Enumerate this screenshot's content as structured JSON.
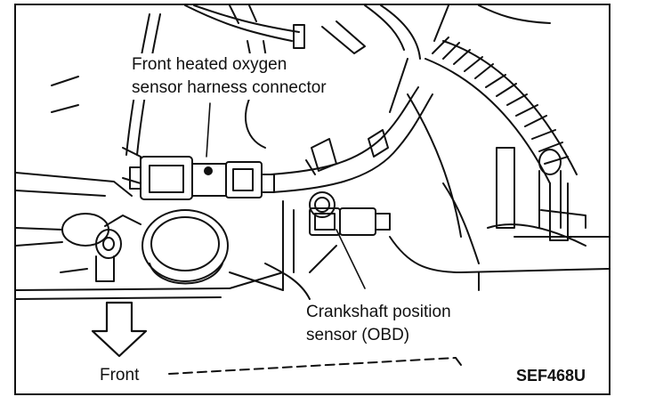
{
  "labels": {
    "o2_line1": "Front heated oxygen",
    "o2_line2": "sensor harness connector",
    "crank_line1": "Crankshaft position",
    "crank_line2": "sensor (OBD)",
    "front": "Front",
    "figure_code": "SEF468U"
  },
  "colors": {
    "ink": "#111111",
    "paper": "#ffffff"
  },
  "icons": {
    "direction_arrow": "arrow-down-icon"
  }
}
